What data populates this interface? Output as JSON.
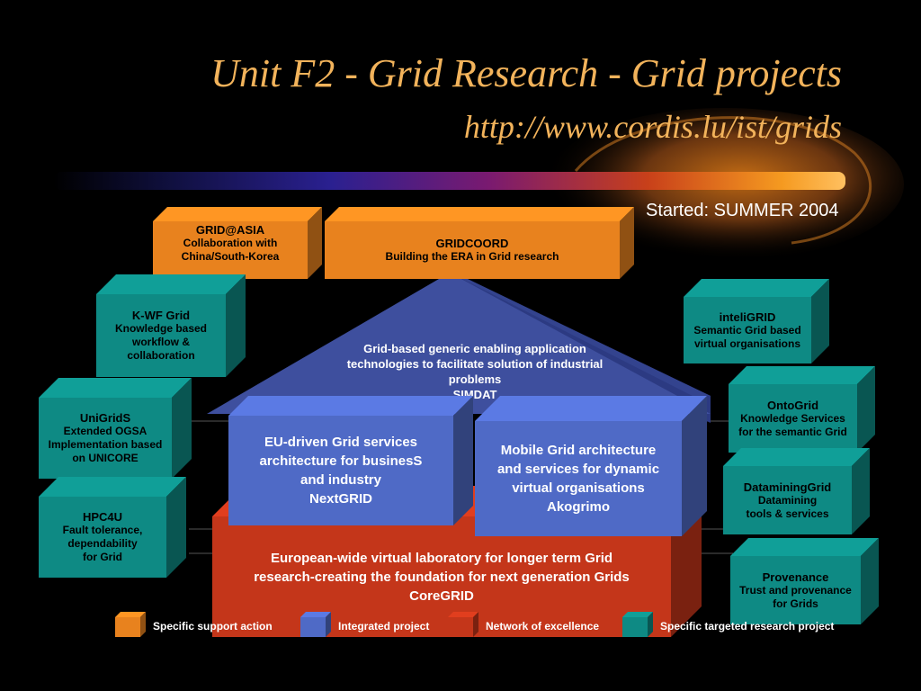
{
  "title": "Unit F2 - Grid Research - Grid projects",
  "subtitle": "http://www.cordis.lu/ist/grids",
  "started": "Started: SUMMER 2004",
  "colors": {
    "orange": "#e8821e",
    "blue": "#4f6ac6",
    "red": "#c4361a",
    "teal": "#0e8a84"
  },
  "boxes": {
    "grid_asia": {
      "name": "GRID@ASIA",
      "desc": [
        "Collaboration with",
        "China/South-Korea"
      ]
    },
    "gridcoord": {
      "name": "GRIDCOORD",
      "desc": [
        "Building the ERA in Grid research"
      ]
    },
    "kwf": {
      "name": "K-WF Grid",
      "desc": [
        "Knowledge based",
        "workflow &",
        "collaboration"
      ]
    },
    "unigrids": {
      "name": "UniGridS",
      "desc": [
        "Extended OGSA",
        "Implementation based",
        "on UNICORE"
      ]
    },
    "hpc4u": {
      "name": "HPC4U",
      "desc": [
        "Fault tolerance,",
        "dependability",
        "for Grid"
      ]
    },
    "inteligrid": {
      "name": "inteliGRID",
      "desc": [
        "Semantic Grid based",
        "virtual organisations"
      ]
    },
    "ontogrid": {
      "name": "OntoGrid",
      "desc": [
        "Knowledge Services",
        "for the semantic Grid"
      ]
    },
    "datamining": {
      "name": "DataminingGrid",
      "desc": [
        "Datamining",
        "tools & services"
      ]
    },
    "provenance": {
      "name": "Provenance",
      "desc": [
        "Trust and provenance",
        "for Grids"
      ]
    },
    "simdat": {
      "lines": [
        "Grid-based generic enabling application",
        "technologies to facilitate solution of industrial",
        "problems",
        "SIMDAT"
      ]
    },
    "nextgrid": {
      "lines": [
        "EU-driven Grid services",
        "architecture for businesS",
        "and industry",
        "NextGRID"
      ]
    },
    "akogrimo": {
      "lines": [
        "Mobile Grid architecture",
        "and services for dynamic",
        "virtual organisations",
        "Akogrimo"
      ]
    },
    "coregrid": {
      "lines": [
        "European-wide virtual laboratory for longer term Grid",
        "research-creating the foundation for next generation Grids",
        "CoreGRID"
      ]
    }
  },
  "legend": [
    {
      "label": "Specific support action",
      "color": "orange"
    },
    {
      "label": "Integrated project",
      "color": "blue"
    },
    {
      "label": "Network of excellence",
      "color": "red"
    },
    {
      "label": "Specific targeted research project",
      "color": "teal"
    }
  ]
}
